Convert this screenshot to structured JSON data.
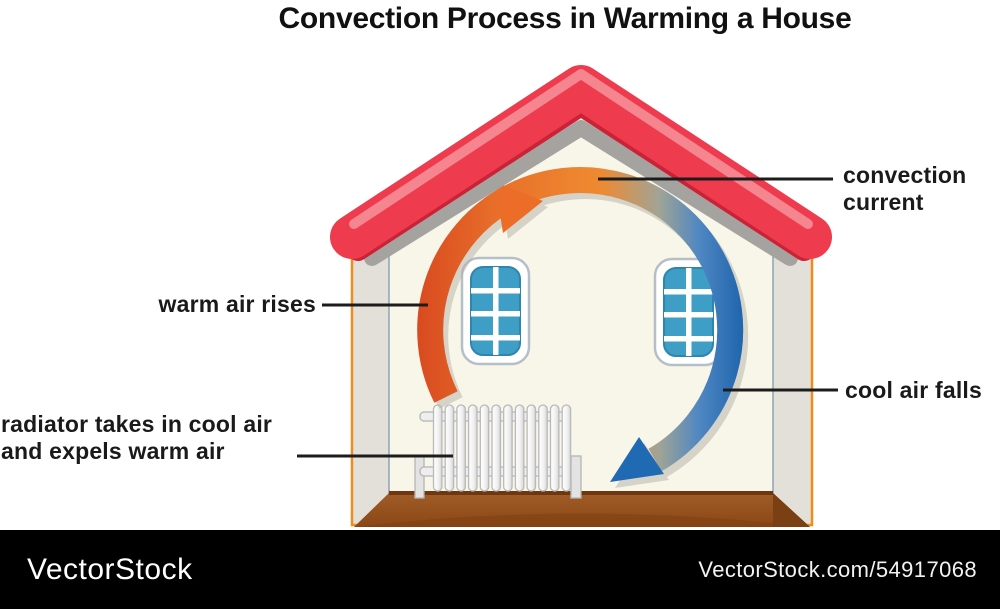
{
  "title": "Convection Process in Warming a House",
  "labels": {
    "convection_current": "convection\ncurrent",
    "warm_air_rises": "warm air rises",
    "cool_air_falls": "cool air falls",
    "radiator_note": "radiator takes in cool air\nand expels warm air"
  },
  "watermark": {
    "brand": "VectorStock",
    "url_text": "VectorStock.com/54917068"
  },
  "colors": {
    "roof_red": "#ee3b4d",
    "roof_red_dark": "#ca2237",
    "roof_red_light": "#f5858f",
    "eave_gray": "#a5a3a0",
    "wall_cream": "#f8f5e9",
    "wall_band_gray": "#e2e0d9",
    "wall_outline_orange": "#ef8c1c",
    "floor_brown": "#9b5822",
    "window_blue": "#3f9ec6",
    "warm_arrow_orange": "#e8702a",
    "cool_arrow_blue": "#1d63ac",
    "label_text": "#1a1a1a",
    "watermark_bg": "#000000"
  }
}
